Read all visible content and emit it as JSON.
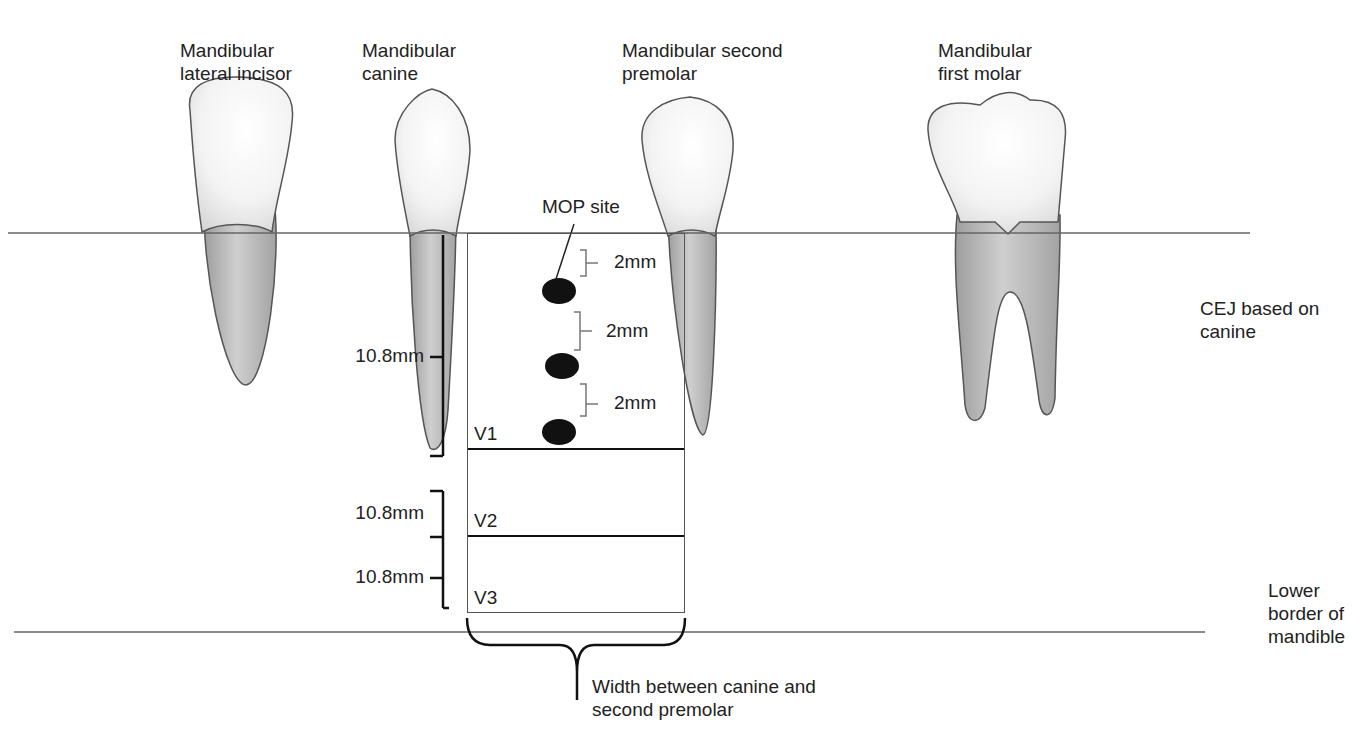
{
  "diagram": {
    "nodes": [
      {
        "text": [
          "V1"
        ]
      },
      {
        "text": [
          "V2"
        ]
      },
      {
        "text": [
          "V3"
        ]
      }
    ],
    "labels": [
      "Mandibular lateral incisor",
      "Mandibular canine",
      "Mandibular second premolar",
      "Mandibular first molar",
      "MOP site",
      "2mm",
      "2mm",
      "2mm",
      "10.8mm",
      "10.8mm",
      "10.8mm",
      "CEJ based on canine",
      "Lower border of mandible",
      "Width between canine and second premolar"
    ]
  }
}
